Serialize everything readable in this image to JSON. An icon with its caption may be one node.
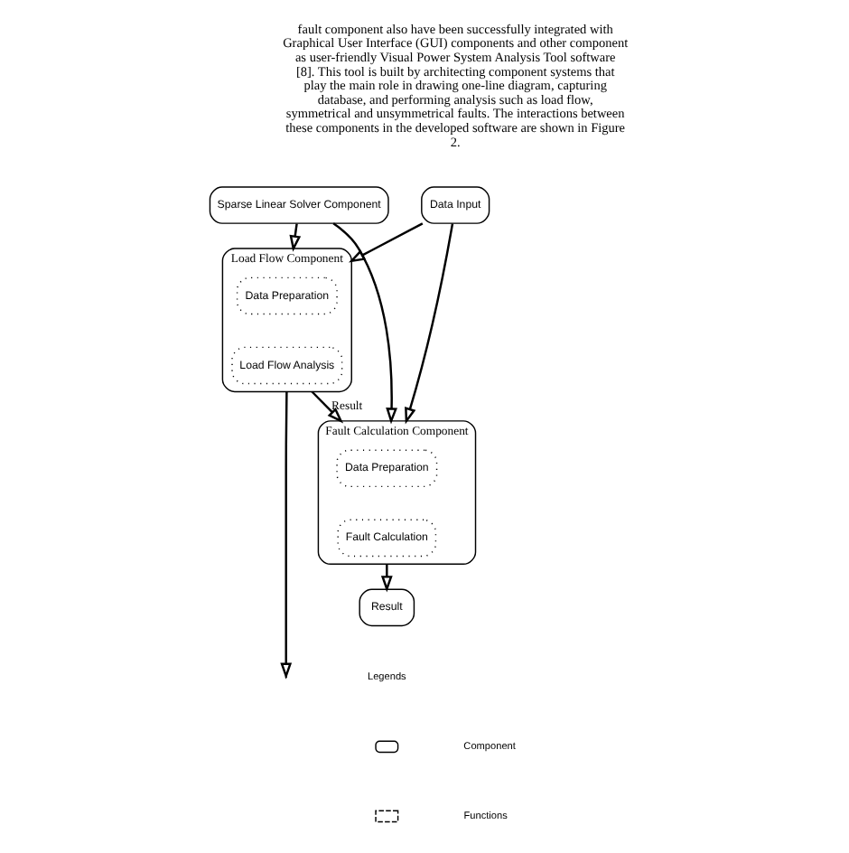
{
  "diagram": {
    "nodes": [
      {
        "text": [
          "Data Input"
        ]
      },
      {
        "text": [
          "Load Flow Component"
        ]
      },
      {
        "text": [
          "Data Preparation"
        ],
        "in": 1
      },
      {
        "text": [
          "Load Flow Analysis"
        ],
        "in": 1
      },
      {
        "text": [
          "Sparse Linear Solver Component"
        ]
      },
      {
        "text": [
          "Fault Calculation Component"
        ]
      },
      {
        "text": [
          "Data Preparation"
        ],
        "in": 5
      },
      {
        "text": [
          "Fault Calculation"
        ],
        "in": 5
      },
      {
        "text": [
          "Result"
        ]
      }
    ],
    "edges": [
      {
        "from": 0,
        "to": 1,
        "arrow": "to"
      },
      {
        "from": 0,
        "to": 5,
        "arrow": "to"
      },
      {
        "from": 4,
        "to": 1,
        "arrow": "to"
      },
      {
        "from": 1,
        "to": 5,
        "arrow": "to",
        "label": "Result"
      },
      {
        "from": 4,
        "to": 5,
        "arrow": "to"
      },
      {
        "from": 1,
        "to": null,
        "arrow": "to"
      },
      {
        "from": 5,
        "to": 8,
        "arrow": "to"
      }
    ],
    "labels": [
      "fault component also have been successfully integrated with Graphical User Interface (GUI) components and other component as user-friendly Visual Power System Analysis Tool software [8]. This tool is built by architecting component systems that play the main role in drawing one-line diagram, capturing database, and performing analysis such as load flow, symmetrical and unsymmetrical faults. The interactions between these components in the developed software are shown in Figure 2.",
      "Legends"
    ],
    "legend": [
      {
        "text": "Component"
      },
      {
        "text": "Functions"
      }
    ]
  }
}
